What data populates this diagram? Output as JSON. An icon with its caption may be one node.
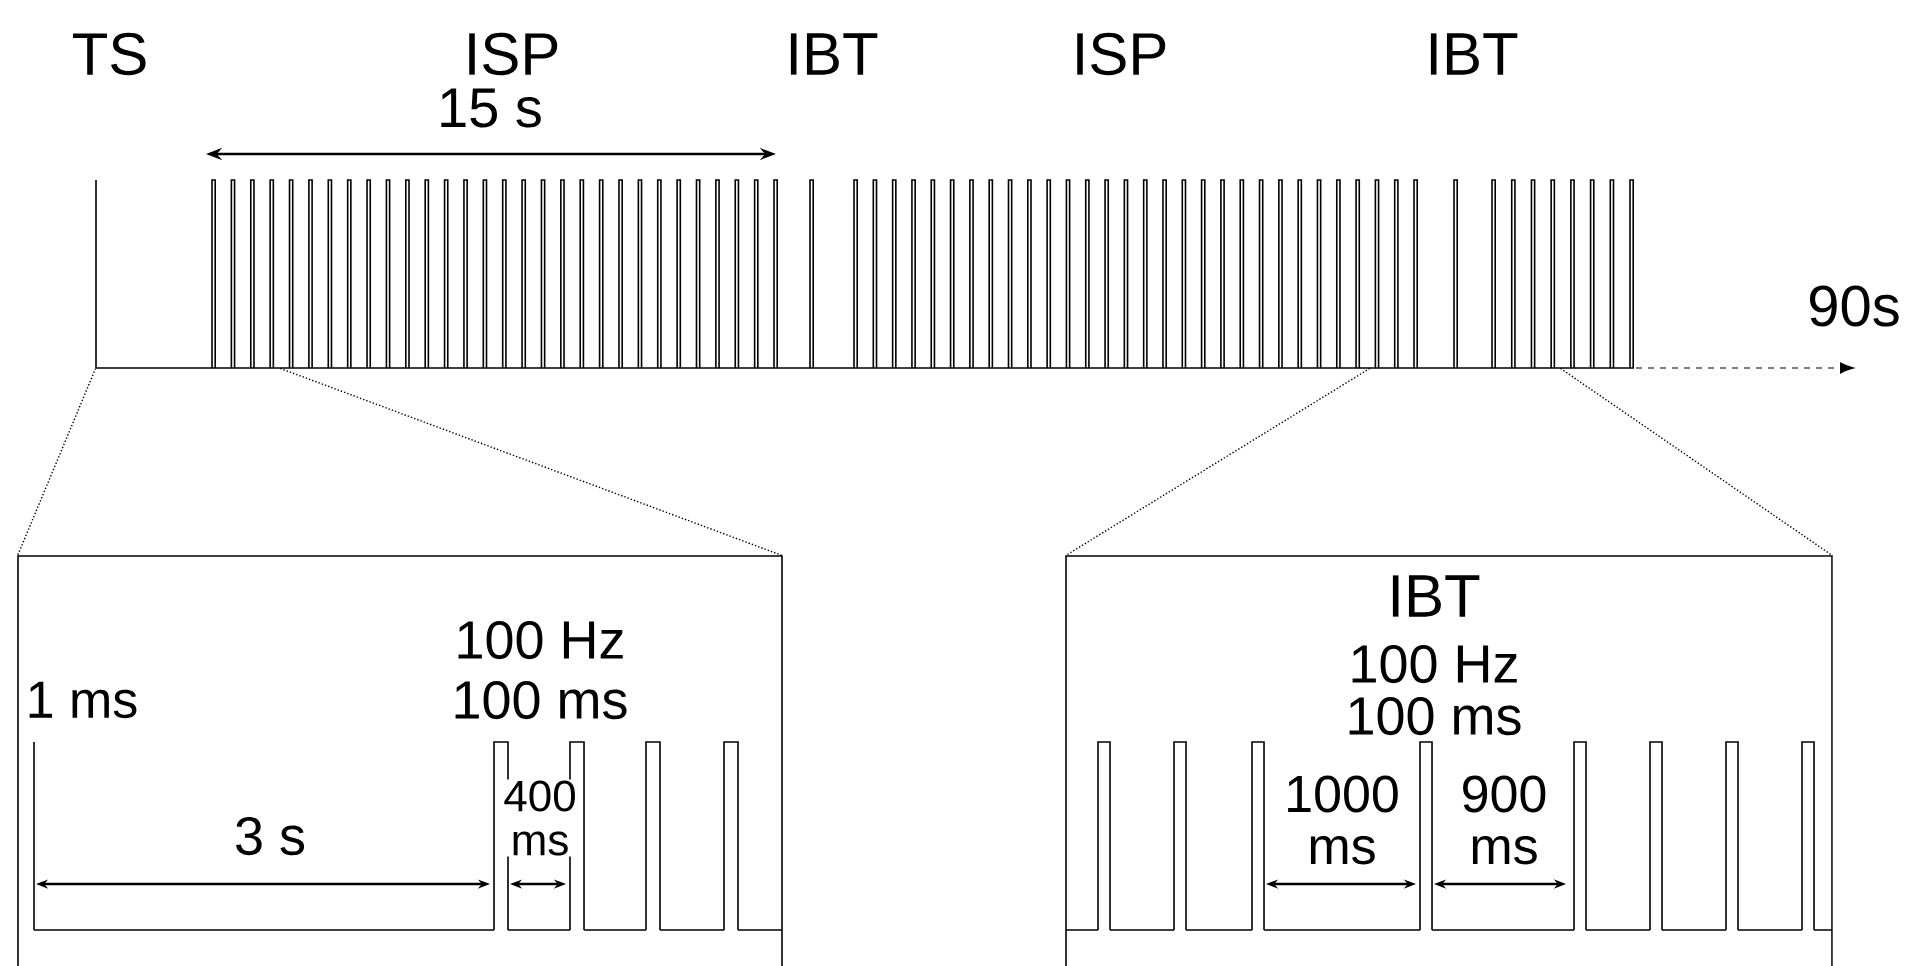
{
  "diagram": {
    "nodes": [
      {
        "text": [],
        "shape": "picture"
      },
      {
        "text": [
          "1 ms",
          "100 Hz",
          "100 ms",
          "3 s",
          "400 ms"
        ]
      },
      {
        "text": [
          "IBT",
          "100 Hz",
          "100 ms",
          "1000 ms",
          "900 ms"
        ]
      }
    ],
    "edges": [
      {
        "from": 0,
        "to": 1,
        "arrow": "none",
        "style": "dashed"
      },
      {
        "from": 0,
        "to": 1,
        "arrow": "none",
        "style": "dashed"
      },
      {
        "from": 0,
        "to": 2,
        "arrow": "none",
        "style": "dashed"
      },
      {
        "from": 0,
        "to": 2,
        "arrow": "none",
        "style": "dashed"
      }
    ],
    "labels": [
      "TS",
      "ISP",
      "IBT",
      "ISP",
      "IBT",
      "15 s",
      "90s"
    ]
  }
}
